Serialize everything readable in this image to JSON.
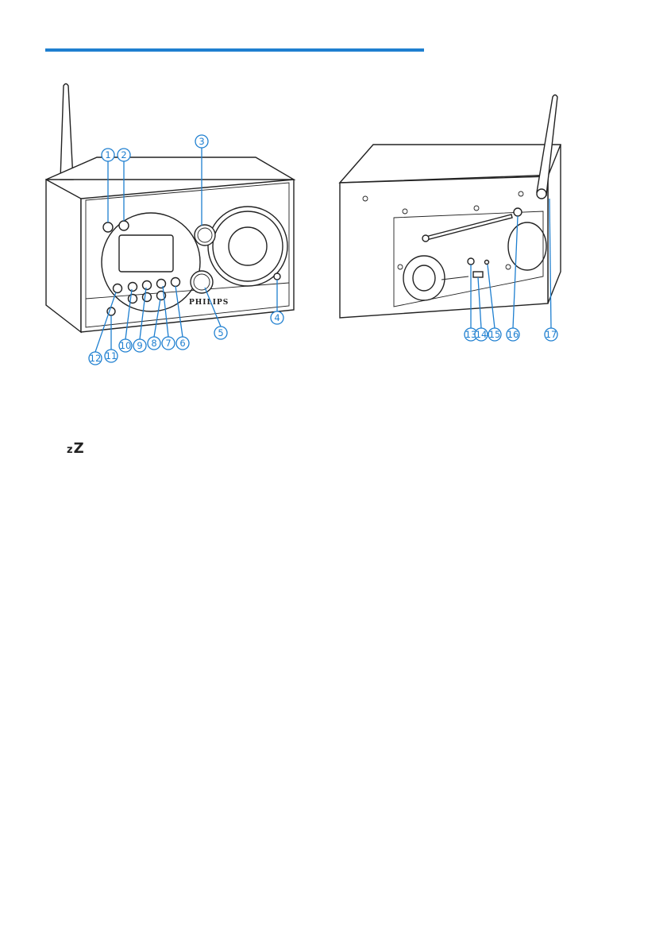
{
  "figure": {
    "front_brand": "PHILIPS",
    "callouts": [
      {
        "label": "1"
      },
      {
        "label": "2"
      },
      {
        "label": "3"
      },
      {
        "label": "4"
      },
      {
        "label": "5"
      },
      {
        "label": "6"
      },
      {
        "label": "7"
      },
      {
        "label": "8"
      },
      {
        "label": "9"
      },
      {
        "label": "10"
      },
      {
        "label": "11"
      },
      {
        "label": "12"
      },
      {
        "label": "13"
      },
      {
        "label": "14"
      },
      {
        "label": "15"
      },
      {
        "label": "16"
      },
      {
        "label": "17"
      }
    ]
  },
  "snooze_symbol": {
    "small": "z",
    "big": "Z"
  },
  "colors": {
    "accent": "#1e7fd0",
    "ink": "#222222"
  }
}
